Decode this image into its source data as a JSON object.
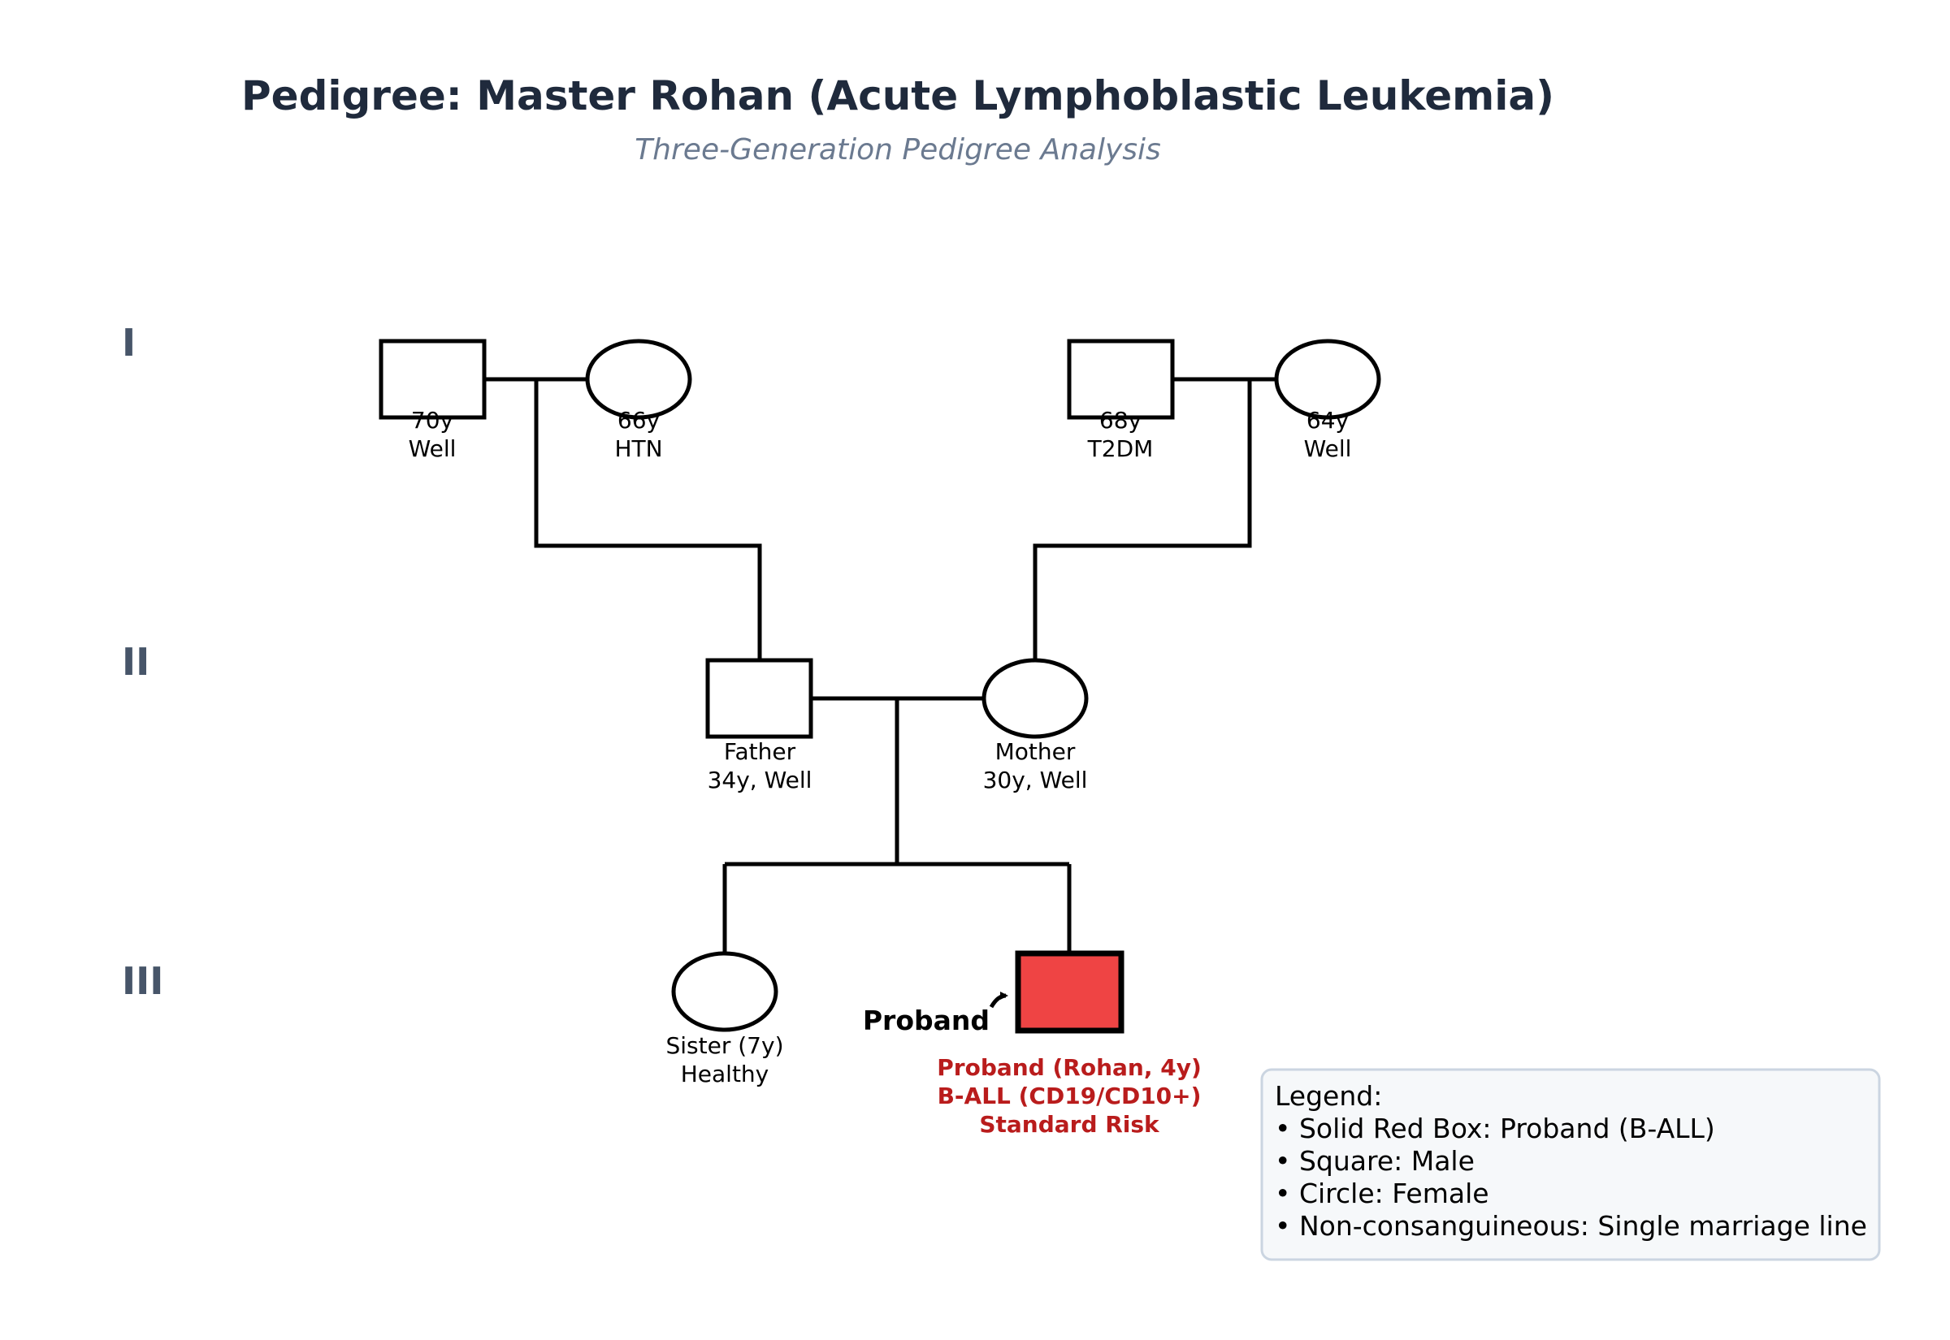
{
  "title": "Pedigree: Master Rohan (Acute Lymphoblastic Leukemia)",
  "subtitle": "Three-Generation Pedigree Analysis",
  "colors": {
    "title": "#1f2a3c",
    "subtitle": "#6b7a90",
    "generation": "#475569",
    "proband_fill": "#ef4444",
    "proband_text": "#b91c1c",
    "legend_bg": "#f6f8fa",
    "legend_border": "#cbd5e1"
  },
  "generations": [
    "I",
    "II",
    "III"
  ],
  "individuals": {
    "paternal_grandfather": {
      "sex": "male",
      "label": [
        "70y",
        "Well"
      ]
    },
    "paternal_grandmother": {
      "sex": "female",
      "label": [
        "66y",
        "HTN"
      ]
    },
    "maternal_grandfather": {
      "sex": "male",
      "label": [
        "68y",
        "T2DM"
      ]
    },
    "maternal_grandmother": {
      "sex": "female",
      "label": [
        "64y",
        "Well"
      ]
    },
    "father": {
      "sex": "male",
      "label": [
        "Father",
        "34y, Well"
      ]
    },
    "mother": {
      "sex": "female",
      "label": [
        "Mother",
        "30y, Well"
      ]
    },
    "sister": {
      "sex": "female",
      "label": [
        "Sister (7y)",
        "Healthy"
      ]
    },
    "proband": {
      "sex": "male",
      "affected": true,
      "label": [
        "Proband (Rohan, 4y)",
        "B-ALL (CD19/CD10+)",
        "Standard Risk"
      ]
    }
  },
  "proband_marker": "Proband",
  "legend": {
    "title": "Legend:",
    "items": [
      "• Solid Red Box: Proband (B-ALL)",
      "• Square: Male",
      "• Circle: Female",
      "• Non-consanguineous: Single marriage line"
    ]
  }
}
